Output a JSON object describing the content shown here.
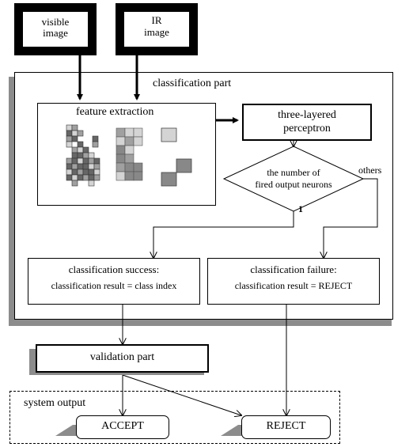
{
  "inputs": {
    "visible": {
      "line1": "visible",
      "line2": "image"
    },
    "ir": {
      "line1": "IR",
      "line2": "image"
    }
  },
  "classification": {
    "title": "classification part",
    "feature_extraction": "feature extraction",
    "perceptron": {
      "line1": "three-layered",
      "line2": "perceptron"
    },
    "decision": {
      "line1": "the number of",
      "line2": "fired output neurons"
    },
    "branch_one": "1",
    "branch_others": "others",
    "success": {
      "line1": "classification success:",
      "line2": "classification result = class index"
    },
    "failure": {
      "line1": "classification failure:",
      "line2": "classification result = REJECT"
    }
  },
  "validation": {
    "label": "validation part"
  },
  "system_output": {
    "title": "system output",
    "accept": "ACCEPT",
    "reject": "REJECT"
  },
  "colors": {
    "shadow": "#8c8c8c",
    "pixel_dark": "#666666",
    "pixel_mid": "#a0a0a0",
    "pixel_light": "#d4d4d4",
    "stroke": "#000000"
  }
}
